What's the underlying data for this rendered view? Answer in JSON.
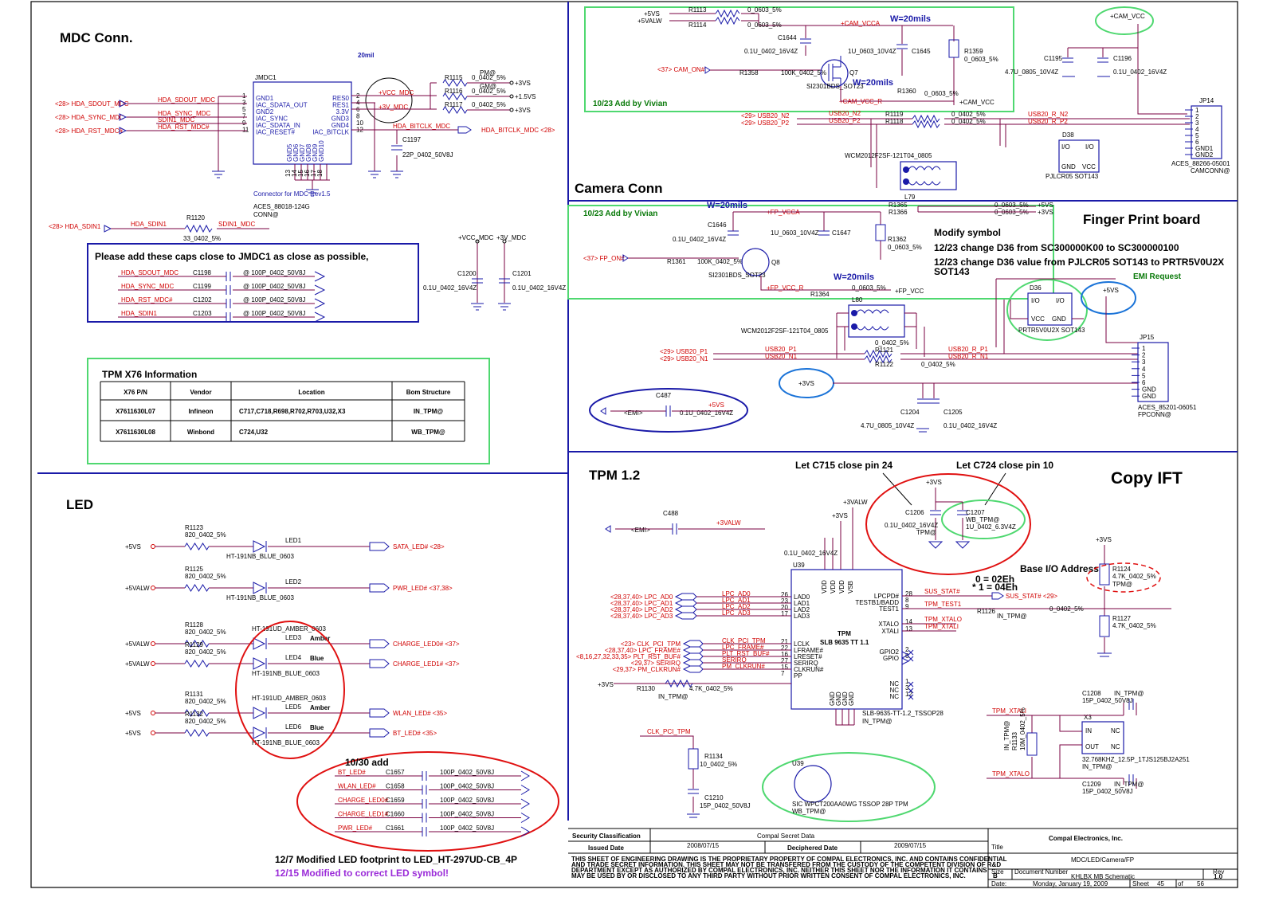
{
  "sections": {
    "mdc": "MDC Conn.",
    "camera": "Camera Conn",
    "finger": "Finger Print board",
    "led": "LED",
    "tpm": "TPM 1.2",
    "copy": "Copy IFT"
  },
  "mdc": {
    "connector": "JMDC1",
    "pins_left": [
      "GND1",
      "IAC_SDATA_OUT",
      "GND2",
      "IAC_SYNC",
      "IAC_SDATA_IN",
      "IAC_RESET#"
    ],
    "pin_nums_left": [
      "1",
      "3",
      "5",
      "7",
      "9",
      "11"
    ],
    "pins_right": [
      "RES0",
      "RES1",
      "3.3V",
      "GND3",
      "GND4",
      "IAC_BITCLK"
    ],
    "pin_nums_right": [
      "2",
      "4",
      "6",
      "8",
      "10",
      "12"
    ],
    "ref_in": [
      "<28> HDA_SDOUT_MDC",
      "<28> HDA_SYNC_MDC",
      "<28> HDA_RST_MDC#"
    ],
    "nets_in": [
      "HDA_SDOUT_MDC",
      "HDA_SYNC_MDC",
      "SDIN1_MDC",
      "HDA_RST_MDC#"
    ],
    "width": "20mil",
    "vcc": "+VCC_MDC",
    "v3": "+3V_MDC",
    "r_refs": [
      "R1115",
      "R1116",
      "R1117"
    ],
    "r_vals": [
      "0_0402_5%",
      "0_0402_5%",
      "0_0402_5%"
    ],
    "r_rails": [
      "+3VS",
      "+1.5VS",
      "+3VS"
    ],
    "pm": "PM@",
    "gm": "GM@",
    "bitclk": "HDA_BITCLK_MDC",
    "bitclk_ref": "HDA_BITCLK_MDC <28>",
    "c1197": "C1197",
    "c1197_val": "22P_0402_50V8J",
    "conn_label": "Connector for MDC Rev1.5",
    "aces": "ACES_88018-124G",
    "conn_at": "CONN@",
    "r1120": "R1120",
    "r1120_val": "33_0402_5%",
    "sdin_ref": "<28> HDA_SDIN1",
    "sdin": "HDA_SDIN1",
    "sdin_mdc": "SDIN1_MDC",
    "vcc_mdc_rail": "+VCC_MDC",
    "v3_mdc_rail": "+3V_MDC",
    "c1200": "C1200",
    "c1200_val": "0.1U_0402_16V4Z",
    "c1201": "C1201",
    "c1201_val": "0.1U_0402_16V4Z",
    "gnd_pins": [
      "GND5",
      "GND6",
      "GND7",
      "GND8",
      "GND9",
      "GND10"
    ],
    "gnd_nums": [
      "13",
      "14",
      "15",
      "16",
      "17",
      "18"
    ]
  },
  "cap_note": {
    "title": "Please add these caps close to JMDC1 as close as possible,",
    "nets": [
      "HDA_SDOUT_MDC",
      "HDA_SYNC_MDC",
      "HDA_RST_MDC#",
      "HDA_SDIN1"
    ],
    "refs": [
      "C1198",
      "C1199",
      "C1202",
      "C1203"
    ],
    "val": "@ 100P_0402_50V8J"
  },
  "tpm_table": {
    "title": "TPM X76 Information",
    "headers": [
      "X76 P/N",
      "Vendor",
      "Location",
      "Bom Structure"
    ],
    "rows": [
      [
        "X7611630L07",
        "Infineon",
        "C717,C718,R698,R702,R703,U32,X3",
        "IN_TPM@"
      ],
      [
        "X7611630L08",
        "Winbond",
        "C724,U32",
        "WB_TPM@"
      ]
    ]
  },
  "camera": {
    "rails": [
      "+5VS",
      "+5VALW"
    ],
    "r1113": "R1113",
    "r1114": "R1114",
    "r_val": "0_0603_5%",
    "cam_vcca": "+CAM_VCCA",
    "w20": "W=20mils",
    "c1644": "C1644",
    "c1644_val": "0.1U_0402_16V4Z",
    "c1645": "C1645",
    "c1645_val": "1U_0603_10V4Z",
    "r1359": "R1359",
    "r1359_val": "0_0603_5%",
    "cam_on": "<37> CAM_ON#",
    "r1358": "R1358",
    "r1358_val": "100K_0402_5%",
    "q7": "Q7",
    "q7_part": "SI2301BDS_SOT23",
    "r1360": "R1360",
    "r1360_val": "0_0603_5%",
    "cam_vcc_r": "+CAM_VCC_R",
    "cam_vcc": "+CAM_VCC",
    "add_note": "10/23 Add by Vivian",
    "usb_in": [
      "<29> USB20_N2",
      "<29> USB20_P2"
    ],
    "usb_net": [
      "USB20_N2",
      "USB20_P2"
    ],
    "r_usb": [
      "R1119",
      "R1118"
    ],
    "r_usb_val": "0_0402_5%",
    "usb_r": [
      "USB20_R_N2",
      "USB20_R_P2"
    ],
    "cmc": "WCM2012F2SF-121T04_0805",
    "l79": "L79",
    "c1195": "C1195",
    "c1195_val": "4.7U_0805_10V4Z",
    "c1196": "C1196",
    "c1196_val": "0.1U_0402_16V4Z",
    "cam_vcc_top": "+CAM_VCC",
    "jp14": "JP14",
    "jp14_pins": [
      "1",
      "2",
      "3",
      "4",
      "5",
      "6",
      "GND1",
      "GND2"
    ],
    "jp14_part": "ACES_88266-05001",
    "jp14_at": "CAMCONN@",
    "d38": "D38",
    "d38_part": "PJLCR05 SOT143"
  },
  "finger": {
    "w20": "W=20mils",
    "add_note": "10/23 Add by Vivian",
    "fp_vcca": "+FP_VCCA",
    "c1646": "C1646",
    "c1646_val": "0.1U_0402_16V4Z",
    "c1647": "C1647",
    "c1647_val": "1U_0603_10V4Z",
    "r1362": "R1362",
    "r1362_val": "0_0603_5%",
    "fp_on": "<37> FP_ON#",
    "r1361": "R1361",
    "r1361_val": "100K_0402_5%",
    "q8": "Q8",
    "q8_part": "SI2301BDS_SOT23",
    "fp_vcc_r": "+FP_VCC_R",
    "r1364": "R1364",
    "r1364_val": "0_0603_5%",
    "fp_vcc": "+FP_VCC",
    "r1365": "R1365",
    "r1366": "R1366",
    "r_val": "0_0603_5%",
    "rails": [
      "+5VS",
      "+3VS"
    ],
    "modify": "Modify symbol",
    "change1": "12/23 change D36 from SC300000K00 to SC300000100",
    "change2a": "12/23 change D36 value from PJLCR05 SOT143 to PRTR5V0U2X",
    "change2b": "SOT143",
    "emi": "EMI Request",
    "d36": "D36",
    "d36_part": "PRTR5V0U2X SOT143",
    "rail5": "+5VS",
    "l80": "L80",
    "cmc": "WCM2012F2SF-121T04_0805",
    "usb_in": [
      "<29> USB20_P1",
      "<29> USB20_N1"
    ],
    "usb_net": [
      "USB20_P1",
      "USB20_N1"
    ],
    "r_usb": [
      "R1121",
      "R1122"
    ],
    "r_usb_val": "0_0402_5%",
    "usb_r": [
      "USB20_R_P1",
      "USB20_R_N1"
    ],
    "rail3": "+3VS",
    "c1204": "C1204",
    "c1204_val": "4.7U_0805_10V4Z",
    "c1205": "C1205",
    "c1205_val": "0.1U_0402_16V4Z",
    "jp15": "JP15",
    "jp15_pins": [
      "1",
      "2",
      "3",
      "4",
      "5",
      "6",
      "GND",
      "GND"
    ],
    "jp15_part": "ACES_85201-06051",
    "jp15_at": "FPCONN@",
    "c487": "C487",
    "c487_val": "0.1U_0402_16V4Z",
    "emi_tag": "<EMI>",
    "c487_rail": "+5VS"
  },
  "led": {
    "rows": [
      {
        "rail": "+5VS",
        "r": "R1123",
        "led": "LED1",
        "part": "HT-191NB_BLUE_0603",
        "net": "SATA_LED# <28>"
      },
      {
        "rail": "+5VALW",
        "r": "R1125",
        "led": "LED2",
        "part": "HT-191NB_BLUE_0603",
        "net": "PWR_LED# <37,38>"
      },
      {
        "rail": "+5VALW",
        "r": "R1128",
        "led": "LED3",
        "part": "HT-191UD_AMBER_0603",
        "net": "CHARGE_LED0# <37>"
      },
      {
        "rail": "+5VALW",
        "r": "R1129",
        "led": "LED4",
        "part": "HT-191NB_BLUE_0603",
        "net": "CHARGE_LED1# <37>"
      },
      {
        "rail": "+5VS",
        "r": "R1131",
        "led": "LED5",
        "part": "HT-191UD_AMBER_0603",
        "net": "WLAN_LED# <35>"
      },
      {
        "rail": "+5VS",
        "r": "R1132",
        "led": "LED6",
        "part": "HT-191NB_BLUE_0603",
        "net": "BT_LED# <35>"
      }
    ],
    "r_val": "820_0402_5%",
    "amber": "Amber",
    "blue": "Blue",
    "add_note": "10/30 add",
    "caps_nets": [
      "BT_LED#",
      "WLAN_LED#",
      "CHARGE_LED0#",
      "CHARGE_LED1#",
      "PWR_LED#"
    ],
    "caps_refs": [
      "C1657",
      "C1658",
      "C1659",
      "C1660",
      "C1661"
    ],
    "caps_val": "100P_0402_50V8J",
    "footnote1": "12/7 Modified LED footprint to LED_HT-297UD-CB_4P",
    "footnote2": "12/15 Modified to correct LED symbol!"
  },
  "tpm": {
    "c488": "C488",
    "c488_emi": "<EMI>",
    "c488_rail": "+3VALW",
    "note715": "Let C715 close pin 24",
    "note724": "Let C724 close pin 10",
    "rail3vs": "+3VS",
    "rail3valw": "+3VALW",
    "c1206": "C1206",
    "c1206_val": "0.1U_0402_16V4Z",
    "c1206_at": "TPM@",
    "c1207": "C1207",
    "c1207_at": "WB_TPM@",
    "c1207_val": "1U_0402_6.3V4Z",
    "cdec_val": "0.1U_0402_16V4Z",
    "u39": "U39",
    "chip": "TPM",
    "chip2": "SLB 9635 TT 1.1",
    "left_pins": [
      "LAD0",
      "LAD1",
      "LAD2",
      "LAD3",
      "LCLK",
      "LFRAME#",
      "LRESET#",
      "SERIRQ",
      "CLKRUN#",
      "PP"
    ],
    "left_nums": [
      "26",
      "23",
      "20",
      "17",
      "21",
      "22",
      "16",
      "27",
      "15",
      "7"
    ],
    "right_pins": [
      "LPCPD#",
      "TESTB1/BADD",
      "TEST1",
      "XTALO",
      "XTALI",
      "GPIO2",
      "GPIO",
      "NC",
      "NC",
      "NC"
    ],
    "right_nums": [
      "28",
      "8",
      "9",
      "14",
      "13",
      "2",
      "6",
      "1",
      "3",
      "12"
    ],
    "top_pins": [
      "VDD",
      "VDD",
      "VDD",
      "VSB"
    ],
    "bot_pins": [
      "GND",
      "GND",
      "GND",
      "GND"
    ],
    "lpc_refs": [
      "<28,37,40> LPC_AD0",
      "<28,37,40> LPC_AD1",
      "<28,37,40> LPC_AD2",
      "<28,37,40> LPC_AD3"
    ],
    "lpc_nets": [
      "LPC_AD0",
      "LPC_AD1",
      "LPC_AD2",
      "LPC_AD3"
    ],
    "ctl_refs": [
      "<23> CLK_PCI_TPM",
      "<28,37,40> LPC_FRAME#",
      "<8,16,27,32,33,35> PLT_RST_BUF#",
      "<29,37> SERIRQ",
      "<29,37> PM_CLKRUN#"
    ],
    "ctl_nets": [
      "CLK_PCI_TPM",
      "LPC_FRAME#",
      "PLT_RST_BUF#",
      "SERIRQ",
      "PM_CLKRUN#"
    ],
    "r1130": "R1130",
    "r1130_val": "4.7K_0402_5%",
    "in_tpm": "IN_TPM@",
    "pp_rail": "+3VS",
    "sus_stat": "SUS_STAT#",
    "sus_ref": "SUS_STAT# <29>",
    "tpm_test1": "TPM_TEST1",
    "tpm_xtalo": "TPM_XTALO",
    "tpm_xtali": "TPM_XTALI",
    "r1126": "R1126",
    "r1126_val": "0_0402_5%",
    "badd0": "0 = 02Eh",
    "badd1": "* 1 = 04Eh",
    "base_io": "Base I/O Address",
    "rail_r": "+3VS",
    "r1124": "R1124",
    "r1124_val": "4.7K_0402_5%",
    "r1124_at": "TPM@",
    "r1127": "R1127",
    "r1127_val": "4.7K_0402_5%",
    "slb": "SLB-9635-TT-1.2_TSSOP28",
    "slb_at": "IN_TPM@",
    "clk_pci": "CLK_PCI_TPM",
    "r1134": "R1134",
    "r1134_val": "10_0402_5%",
    "c1210": "C1210",
    "c1210_val": "15P_0402_50V8J",
    "u39b": "U39",
    "winbond": "SIC WPCT200AA0WG TSSOP 28P TPM",
    "winbond_at": "WB_TPM@",
    "c1208": "C1208",
    "c1208_at": "IN_TPM@",
    "c1208_val": "15P_0402_50V8J",
    "c1209": "C1209",
    "c1209_at": "IN_TPM@",
    "c1209_val": "15P_0402_50V8J",
    "x3": "X3",
    "x3_part": "32.768KHZ_12.5P_1TJS125BJ2A251",
    "x3_at": "IN_TPM@",
    "x3_pins": [
      "IN",
      "NC",
      "OUT",
      "NC"
    ],
    "r1133": "R1133",
    "r1133_val": "10M_0402_5%",
    "r1133_at": "IN_TPM@",
    "xtali2": "TPM_XTALI",
    "xtalo2": "TPM_XTALO"
  },
  "footer": {
    "sec_class": "Security Classification",
    "secret": "Compal Secret Data",
    "issued": "Issued Date",
    "issued_val": "2008/07/15",
    "decip": "Deciphered Date",
    "decip_val": "2009/07/15",
    "legal": [
      "THIS SHEET OF ENGINEERING DRAWING IS THE PROPRIETARY PROPERTY OF COMPAL ELECTRONICS, INC. AND CONTAINS CONFIDENTIAL",
      "AND TRADE SECRET INFORMATION. THIS SHEET MAY NOT BE TRANSFERED FROM THE CUSTODY OF THE COMPETENT DIVISION OF R&D",
      "DEPARTMENT EXCEPT AS AUTHORIZED BY COMPAL ELECTRONICS, INC. NEITHER THIS SHEET NOR THE INFORMATION IT CONTAINS",
      "MAY BE USED BY OR DISCLOSED TO ANY THIRD PARTY WITHOUT PRIOR WRITTEN CONSENT OF COMPAL ELECTRONICS, INC."
    ],
    "company": "Compal Electronics, Inc.",
    "title_lbl": "Title",
    "title": "MDC/LED/Camera/FP",
    "size_lbl": "Size",
    "size": "B",
    "docnum_lbl": "Document Number",
    "docnum": "KHLBX MB Schematic",
    "rev_lbl": "Rev",
    "rev": "1.0",
    "date_lbl": "Date:",
    "date": "Monday, January 19, 2009",
    "sheet_lbl": "Sheet",
    "sheet": "45",
    "of": "of",
    "total": "56"
  }
}
